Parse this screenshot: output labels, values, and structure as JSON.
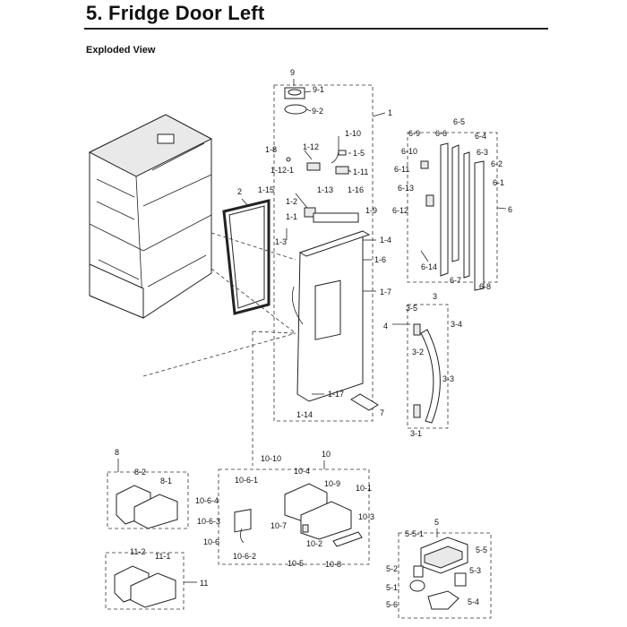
{
  "header": {
    "title": "5.  Fridge Door Left",
    "subtitle": "Exploded View"
  },
  "callouts": {
    "c9": "9",
    "c9_1": "9-1",
    "c9_2": "9-2",
    "c1": "1",
    "c1_8": "1-8",
    "c1_12": "1-12",
    "c1_12_1": "1-12-1",
    "c1_10": "1-10",
    "c1_5": "1-5",
    "c1_11": "1-11",
    "c1_15": "1-15",
    "c1_13": "1-13",
    "c1_16": "1-16",
    "c1_2": "1-2",
    "c1_1": "1-1",
    "c1_9": "1-9",
    "c1_3": "1-3",
    "c1_4": "1-4",
    "c1_6": "1-6",
    "c1_7": "1-7",
    "c1_17": "1-17",
    "c1_14": "1-14",
    "c2": "2",
    "c7": "7",
    "c6_9": "6-9",
    "c6_6": "6-6",
    "c6_5": "6-5",
    "c6_4": "6-4",
    "c6_3": "6-3",
    "c6_10": "6-10",
    "c6_11": "6-11",
    "c6_2": "6-2",
    "c6_1": "6-1",
    "c6_13": "6-13",
    "c6_12": "6-12",
    "c6": "6",
    "c6_14": "6-14",
    "c6_7": "6-7",
    "c6_8": "6-8",
    "c3": "3",
    "c3_5": "3-5",
    "c3_4": "3-4",
    "c4": "4",
    "c3_2": "3-2",
    "c3_3": "3-3",
    "c3_1": "3-1",
    "c8": "8",
    "c8_2": "8-2",
    "c8_1": "8-1",
    "c11_2": "11-2",
    "c11_1": "11-1",
    "c11": "11",
    "c10": "10",
    "c10_10": "10-10",
    "c10_4": "10-4",
    "c10_6_1": "10-6-1",
    "c10_9": "10-9",
    "c10_1": "10-1",
    "c10_6_4": "10-6-4",
    "c10_6_3": "10-6-3",
    "c10_3": "10-3",
    "c10_7": "10-7",
    "c10_6": "10-6",
    "c10_2": "10-2",
    "c10_6_2": "10-6-2",
    "c10_5": "10-5",
    "c10_8": "10-8",
    "c5": "5",
    "c5_5_1": "5-5-1",
    "c5_5": "5-5",
    "c5_2": "5-2",
    "c5_3": "5-3",
    "c5_1": "5-1",
    "c5_4": "5-4",
    "c5_6": "5-6"
  }
}
